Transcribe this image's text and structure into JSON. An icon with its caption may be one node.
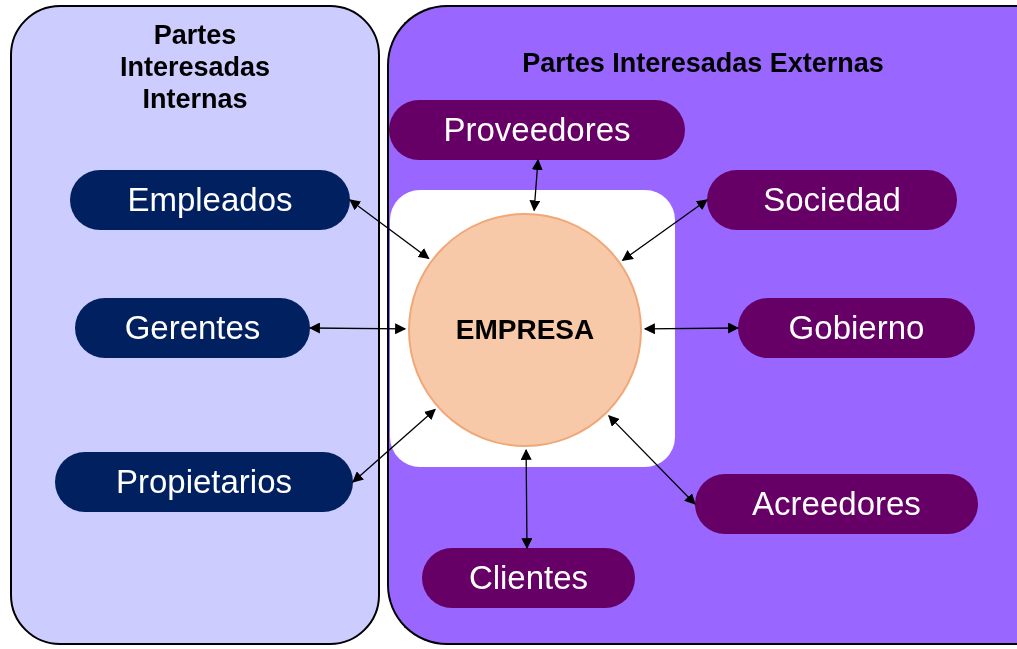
{
  "diagram": {
    "nodes": [
      {
        "text": [
          "Partes Interesadas Internas"
        ]
      },
      {
        "text": [
          "Empleados"
        ],
        "in": 0
      },
      {
        "text": [
          "Gerentes"
        ],
        "in": 0
      },
      {
        "text": [
          "Propietarios"
        ],
        "in": 0
      },
      {
        "text": [
          "Partes Interesadas Externas"
        ]
      },
      {
        "text": [
          "Proveedores"
        ],
        "in": 4
      },
      {
        "text": [
          "Sociedad"
        ],
        "in": 4
      },
      {
        "text": [],
        "shape": "box",
        "in": 4
      },
      {
        "text": [
          "EMPRESA"
        ],
        "in": 7
      },
      {
        "text": [
          "Gobierno"
        ],
        "in": 4
      },
      {
        "text": [
          "Acreedores"
        ],
        "in": 4
      },
      {
        "text": [
          "Clientes"
        ],
        "in": 4
      }
    ],
    "edges": [
      {
        "from": 1,
        "to": 8,
        "arrow": "both"
      },
      {
        "from": 2,
        "to": 8,
        "arrow": "both"
      },
      {
        "from": 3,
        "to": 8,
        "arrow": "both"
      },
      {
        "from": 5,
        "to": 8,
        "arrow": "both"
      },
      {
        "from": 6,
        "to": 8,
        "arrow": "both"
      },
      {
        "from": 9,
        "to": 8,
        "arrow": "both"
      },
      {
        "from": 10,
        "to": 8,
        "arrow": "both"
      },
      {
        "from": 11,
        "to": 8,
        "arrow": "both"
      }
    ]
  }
}
